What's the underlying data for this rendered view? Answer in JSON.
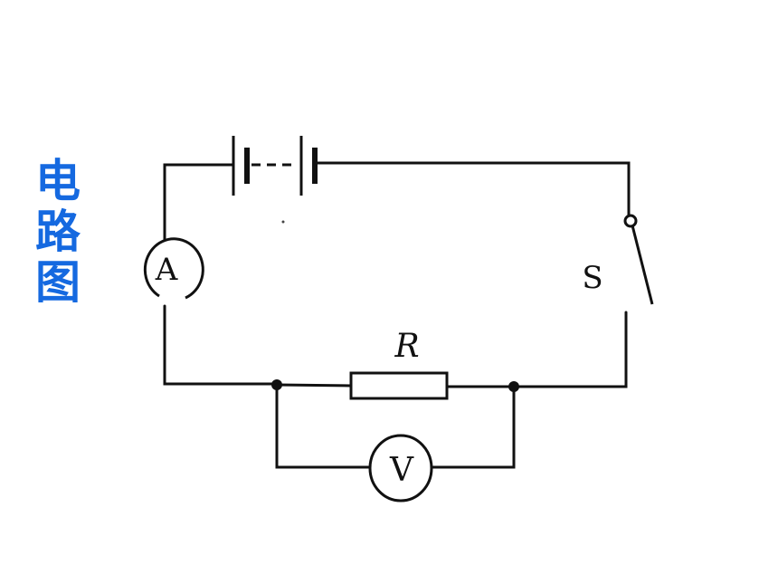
{
  "title": [
    "电",
    "路",
    "图"
  ],
  "labels": {
    "ammeter": "A",
    "voltmeter": "V",
    "resistor": "R",
    "switch": "S"
  },
  "colors": {
    "title": "#1569e0",
    "wire": "#111111"
  }
}
